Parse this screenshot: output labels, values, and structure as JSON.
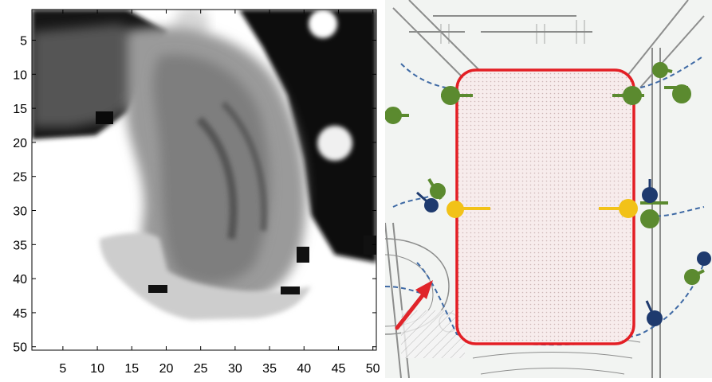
{
  "left_plot": {
    "y_ticks": [
      "5",
      "10",
      "15",
      "20",
      "25",
      "30",
      "35",
      "40",
      "45",
      "50"
    ],
    "x_ticks": [
      "5",
      "10",
      "15",
      "20",
      "25",
      "30",
      "35",
      "40",
      "45",
      "50"
    ],
    "xlim": [
      0.5,
      50.5
    ],
    "ylim": [
      0.5,
      50.5
    ],
    "colormap": "grayscale",
    "axes_box": true
  },
  "right_image": {
    "colors": {
      "frame_red": "#e31e24",
      "marker_yellow": "#f2c218",
      "marker_green": "#5b8a2f",
      "marker_navy": "#1e3a6e",
      "dashed_blue": "#3f6aa5",
      "arrow_red": "#e0242a",
      "hatch_fill": "#f6e7e7"
    },
    "icons": [
      "red-arrow-icon",
      "yellow-pin-icon",
      "green-pin-icon",
      "navy-pin-icon"
    ]
  }
}
